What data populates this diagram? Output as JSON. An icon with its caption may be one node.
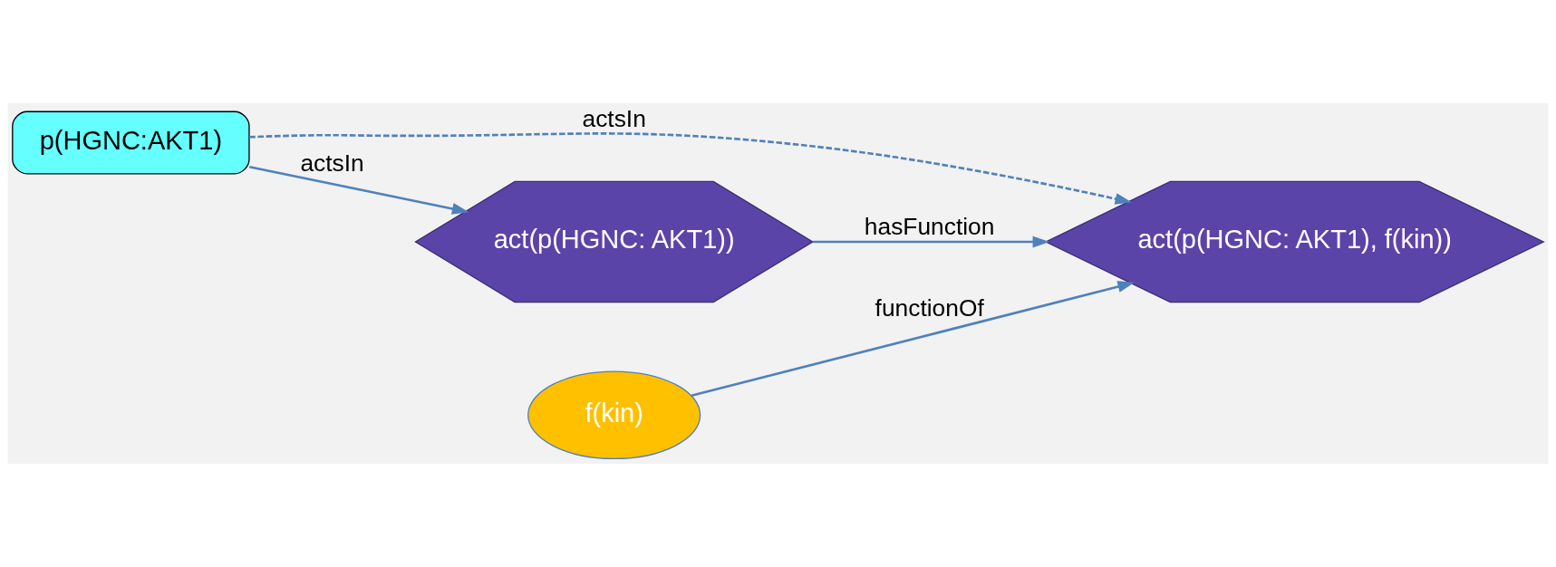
{
  "diagram": {
    "nodes": [
      {
        "text": [
          "p(HGNC:AKT1)"
        ]
      },
      {
        "text": [
          "act(p(HGNC: AKT1), f(kin))"
        ]
      },
      {
        "text": [
          "f(kin)"
        ]
      },
      {
        "text": [
          "act(p(HGNC: AKT1))"
        ]
      }
    ],
    "edges": [
      {
        "from": 0,
        "to": 1,
        "arrow": "to",
        "label": "actsIn",
        "style": "dashed"
      },
      {
        "from": 0,
        "to": 3,
        "arrow": "to",
        "label": "actsIn"
      },
      {
        "from": 3,
        "to": 1,
        "arrow": "to",
        "label": "hasFunction"
      },
      {
        "from": 2,
        "to": 1,
        "arrow": "to",
        "label": "functionOf"
      }
    ]
  }
}
